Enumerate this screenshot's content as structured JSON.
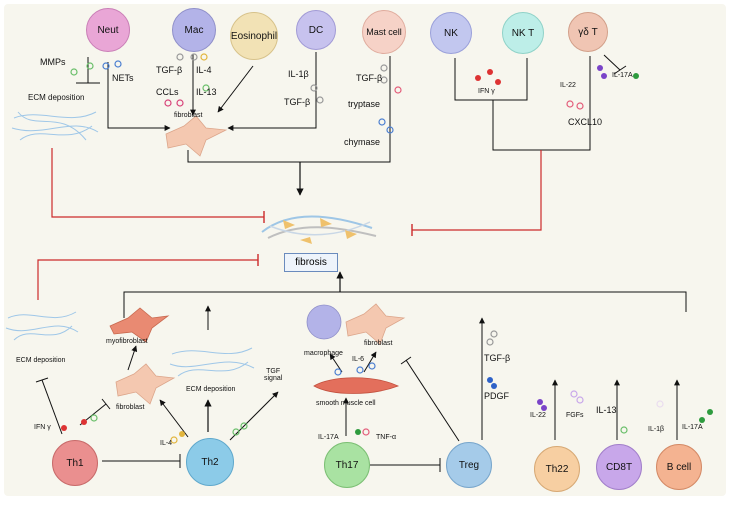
{
  "center": {
    "fibrosis": "fibrosis"
  },
  "top_cells": {
    "neut": "Neut",
    "mac": "Mac",
    "eosinophil": "Eosinophil",
    "dc": "DC",
    "mast": "Mast cell",
    "nk": "NK",
    "nkt": "NK T",
    "gdt": "γδ T"
  },
  "top_labels": {
    "mmps": "MMPs",
    "nets": "NETs",
    "ecm_deposition": "ECM deposition",
    "tgf_b_mac": "TGF-β",
    "il4_mac": "IL-4",
    "ccls": "CCLs",
    "il13_mac": "IL-13",
    "fibroblast": "fibroblast",
    "il1b_dc": "IL-1β",
    "tgf_b_dc": "TGF-β",
    "tgf_b_mast": "TGF-β",
    "tryptase": "tryptase",
    "chymase": "chymase",
    "ifn_g": "IFN γ",
    "il22": "IL-22",
    "il17a": "IL-17A",
    "cxcl10": "CXCL10"
  },
  "bottom_cells": {
    "th1": "Th1",
    "th2": "Th2",
    "th17": "Th17",
    "treg": "Treg",
    "th22": "Th22",
    "cd8t": "CD8T",
    "bcell": "B cell"
  },
  "bottom_labels": {
    "ecm_deposition_left": "ECM deposition",
    "myofibroblast": "myofibroblast",
    "fibroblast_th": "fibroblast",
    "ecm_deposition_mid": "ECM deposition",
    "tgf_signal": "TGF\nsignal",
    "ifn_g": "IFN γ",
    "il4": "IL-4",
    "macrophage": "macrophage",
    "fibroblast_right": "fibroblast",
    "il6": "IL-6",
    "smooth_muscle": "smooth muscle cell",
    "il17a_th17": "IL-17A",
    "tnf_a": "TNF-α",
    "tgf_b_treg": "TGF-β",
    "pdgf": "PDGF",
    "il22_th22": "IL-22",
    "fgfs": "FGFs",
    "il13_cd8": "IL-13",
    "il1b_b": "IL-1β",
    "il17a_b": "IL-17A"
  },
  "colors": {
    "panel": "#f7f6ee",
    "inhibit": "#cc2a2a",
    "arrow": "#111111",
    "neut": "#e9a6d6",
    "mac": "#b3b3e8",
    "eosinophil": "#f2e2b5",
    "dc": "#c7c2ee",
    "mast": "#f6d2c7",
    "nk": "#c2c7ef",
    "nkt": "#bdeee8",
    "gdt": "#f0c5b3",
    "th1": "#ea8f8f",
    "th2": "#8ccbe8",
    "th17": "#a9e2a2",
    "treg": "#a5cbe9",
    "th22": "#f7cfa2",
    "cd8t": "#c8a7ea",
    "bcell": "#f4b391",
    "fibroblast": "#f4c8b0",
    "myofibroblast": "#e98a72",
    "smooth_muscle": "#e36f5c",
    "ecm": "#9fc7e8"
  }
}
